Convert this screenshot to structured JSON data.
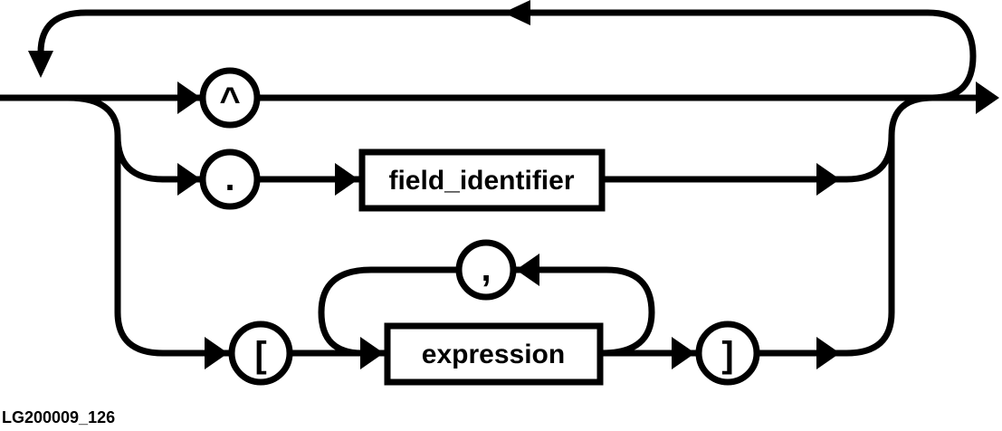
{
  "diagram": {
    "terminals": {
      "caret": "^",
      "dot": ".",
      "comma": ",",
      "left_bracket": "[",
      "right_bracket": "]"
    },
    "nonterminals": {
      "field_identifier": "field_identifier",
      "expression": "expression"
    },
    "figure_id": "LG200009_126"
  }
}
